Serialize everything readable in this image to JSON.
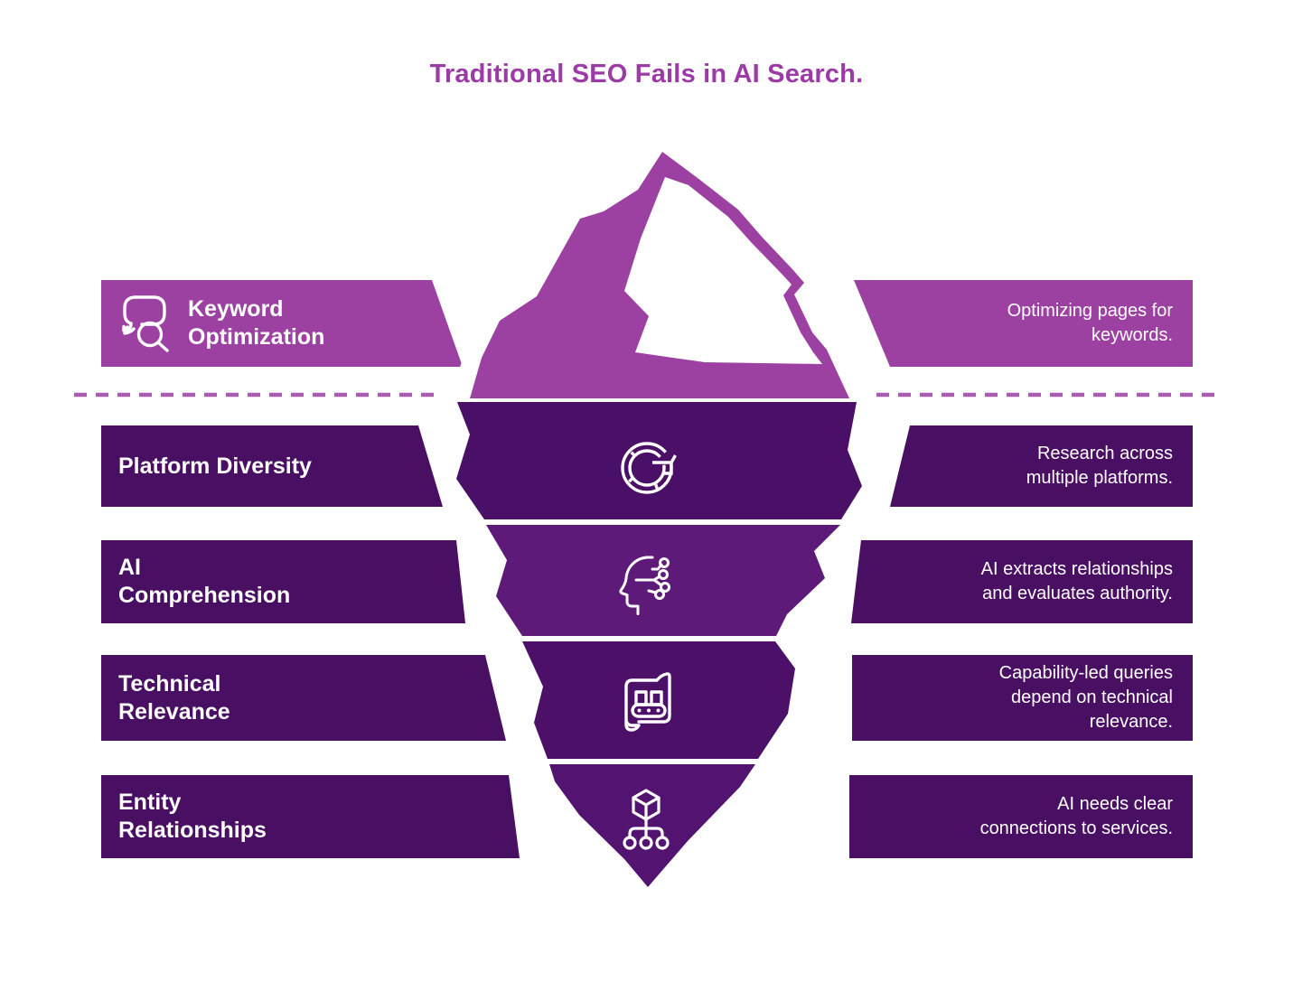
{
  "title": "Traditional SEO Fails in AI Search.",
  "colors": {
    "accent": "#9C3AA6",
    "light_purple": "#9C41A2",
    "dark_purple": "#490F63",
    "seg1": "#4A0F66",
    "seg2": "#5D1A78",
    "seg3": "#4C1068",
    "seg4": "#531370",
    "dash": "#A85CB0",
    "text_white": "#FFFFFF"
  },
  "waterline": {
    "style": "dashed"
  },
  "rows": [
    {
      "id": "keyword-optimization",
      "label": "Keyword Optimization",
      "label_lines": [
        "Keyword",
        "Optimization"
      ],
      "description": "Optimizing pages for keywords.",
      "description_lines": [
        "Optimizing pages for",
        "keywords."
      ],
      "icon": "chat-search-icon",
      "tier": "above-waterline"
    },
    {
      "id": "platform-diversity",
      "label": "Platform Diversity",
      "label_lines": [
        "Platform Diversity"
      ],
      "description": "Research across multiple platforms.",
      "description_lines": [
        "Research across",
        "multiple platforms."
      ],
      "icon": "google-g-icon",
      "tier": "below-waterline"
    },
    {
      "id": "ai-comprehension",
      "label": "AI Comprehension",
      "label_lines": [
        "AI",
        "Comprehension"
      ],
      "description": "AI extracts relationships and evaluates authority.",
      "description_lines": [
        "AI extracts relationships",
        "and evaluates authority."
      ],
      "icon": "ai-head-circuit-icon",
      "tier": "below-waterline"
    },
    {
      "id": "technical-relevance",
      "label": "Technical Relevance",
      "label_lines": [
        "Technical",
        "Relevance"
      ],
      "description": "Capability-led queries depend on technical relevance.",
      "description_lines": [
        "Capability-led queries",
        "depend on technical",
        "relevance."
      ],
      "icon": "document-conveyor-icon",
      "tier": "below-waterline"
    },
    {
      "id": "entity-relationships",
      "label": "Entity Relationships",
      "label_lines": [
        "Entity",
        "Relationships"
      ],
      "description": "AI needs clear connections to services.",
      "description_lines": [
        "AI needs clear",
        "connections to services."
      ],
      "icon": "cube-hierarchy-icon",
      "tier": "below-waterline"
    }
  ]
}
